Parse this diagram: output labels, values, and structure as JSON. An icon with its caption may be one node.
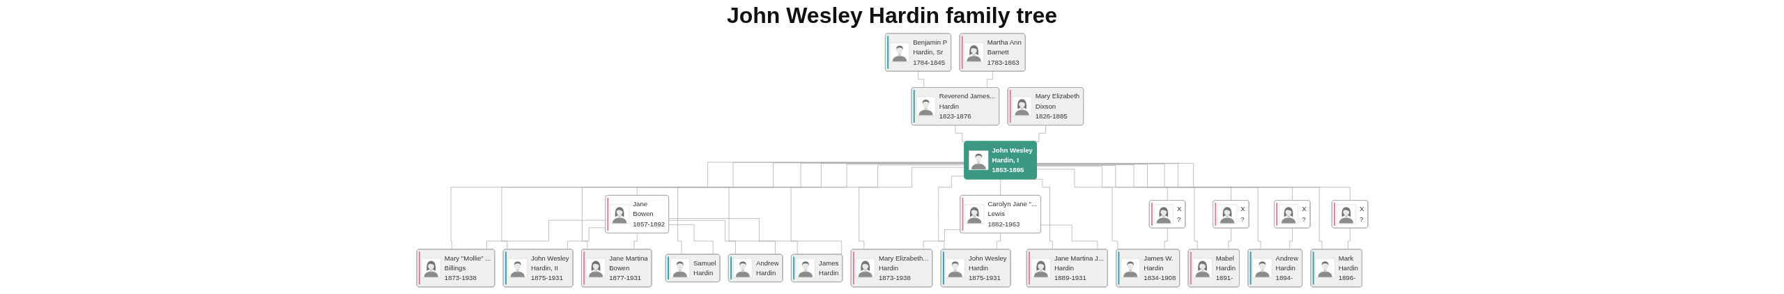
{
  "diagram": {
    "title": "John Wesley Hardin family tree",
    "nodes": [
      {
        "text": [
          "Benjamin P",
          "Hardin, Sr",
          "1784-1845"
        ]
      },
      {
        "text": [
          "Martha Ann",
          "Barnett",
          "1783-1863"
        ]
      },
      {
        "text": [
          "Reverend James...",
          "Hardin",
          "1823-1876"
        ]
      },
      {
        "text": [
          "Mary Elizabeth",
          "Dixson",
          "1826-1885"
        ]
      },
      {
        "text": [
          "John Wesley",
          "Hardin, I",
          "1853-1895"
        ]
      },
      {
        "text": [
          "Jane",
          "Bowen",
          "1857-1892"
        ]
      },
      {
        "text": [
          "Carolyn Jane \"...",
          "Lewis",
          "1882-1963"
        ]
      },
      {
        "text": [
          "X",
          "?"
        ]
      },
      {
        "text": [
          "X",
          "?"
        ]
      },
      {
        "text": [
          "X",
          "?"
        ]
      },
      {
        "text": [
          "X",
          "?"
        ]
      },
      {
        "text": [
          "Mary \"Mollie\" ...",
          "Billings",
          "1873-1938"
        ]
      },
      {
        "text": [
          "John Wesley",
          "Hardin, II",
          "1875-1931"
        ]
      },
      {
        "text": [
          "Jane Martina",
          "Bowen",
          "1877-1931"
        ]
      },
      {
        "text": [
          "Samuel",
          "Hardin"
        ]
      },
      {
        "text": [
          "Andrew",
          "Hardin"
        ]
      },
      {
        "text": [
          "James",
          "Hardin"
        ]
      },
      {
        "text": [
          "Mary Elizabeth...",
          "Hardin",
          "1873-1938"
        ]
      },
      {
        "text": [
          "John Wesley",
          "Hardin",
          "1875-1931"
        ]
      },
      {
        "text": [
          "Jane Martina J...",
          "Hardin",
          "1889-1931"
        ]
      },
      {
        "text": [
          "James W.",
          "Hardin",
          "1834-1908"
        ]
      },
      {
        "text": [
          "Mabel",
          "Hardin",
          "1891-"
        ]
      },
      {
        "text": [
          "Andrew",
          "Hardin",
          "1894-"
        ]
      },
      {
        "text": [
          "Mark",
          "Hardin",
          "1896-"
        ]
      }
    ],
    "edges": [
      {
        "from": 0,
        "to": 2,
        "arrow": "none"
      },
      {
        "from": 1,
        "to": 2,
        "arrow": "none"
      },
      {
        "from": 2,
        "to": 4,
        "arrow": "none"
      },
      {
        "from": 3,
        "to": 4,
        "arrow": "none"
      },
      {
        "from": 4,
        "to": 5,
        "arrow": "none"
      },
      {
        "from": 4,
        "to": 6,
        "arrow": "none"
      },
      {
        "from": 4,
        "to": 7,
        "arrow": "none"
      },
      {
        "from": 4,
        "to": 8,
        "arrow": "none"
      },
      {
        "from": 4,
        "to": 9,
        "arrow": "none"
      },
      {
        "from": 4,
        "to": 10,
        "arrow": "none"
      },
      {
        "from": 4,
        "to": 11,
        "arrow": "none"
      },
      {
        "from": 5,
        "to": 11,
        "arrow": "none"
      },
      {
        "from": 4,
        "to": 12,
        "arrow": "none"
      },
      {
        "from": 5,
        "to": 12,
        "arrow": "none"
      },
      {
        "from": 4,
        "to": 13,
        "arrow": "none"
      },
      {
        "from": 5,
        "to": 13,
        "arrow": "none"
      },
      {
        "from": 4,
        "to": 14,
        "arrow": "none"
      },
      {
        "from": 5,
        "to": 14,
        "arrow": "none"
      },
      {
        "from": 4,
        "to": 15,
        "arrow": "none"
      },
      {
        "from": 5,
        "to": 15,
        "arrow": "none"
      },
      {
        "from": 4,
        "to": 16,
        "arrow": "none"
      },
      {
        "from": 5,
        "to": 16,
        "arrow": "none"
      },
      {
        "from": 4,
        "to": 17,
        "arrow": "none"
      },
      {
        "from": 6,
        "to": 17,
        "arrow": "none"
      },
      {
        "from": 4,
        "to": 18,
        "arrow": "none"
      },
      {
        "from": 6,
        "to": 18,
        "arrow": "none"
      },
      {
        "from": 4,
        "to": 19,
        "arrow": "none"
      },
      {
        "from": 6,
        "to": 19,
        "arrow": "none"
      },
      {
        "from": 4,
        "to": 20,
        "arrow": "none"
      },
      {
        "from": 7,
        "to": 20,
        "arrow": "none"
      },
      {
        "from": 4,
        "to": 21,
        "arrow": "none"
      },
      {
        "from": 8,
        "to": 21,
        "arrow": "none"
      },
      {
        "from": 4,
        "to": 22,
        "arrow": "none"
      },
      {
        "from": 9,
        "to": 22,
        "arrow": "none"
      },
      {
        "from": 4,
        "to": 23,
        "arrow": "none"
      },
      {
        "from": 10,
        "to": 23,
        "arrow": "none"
      }
    ]
  }
}
